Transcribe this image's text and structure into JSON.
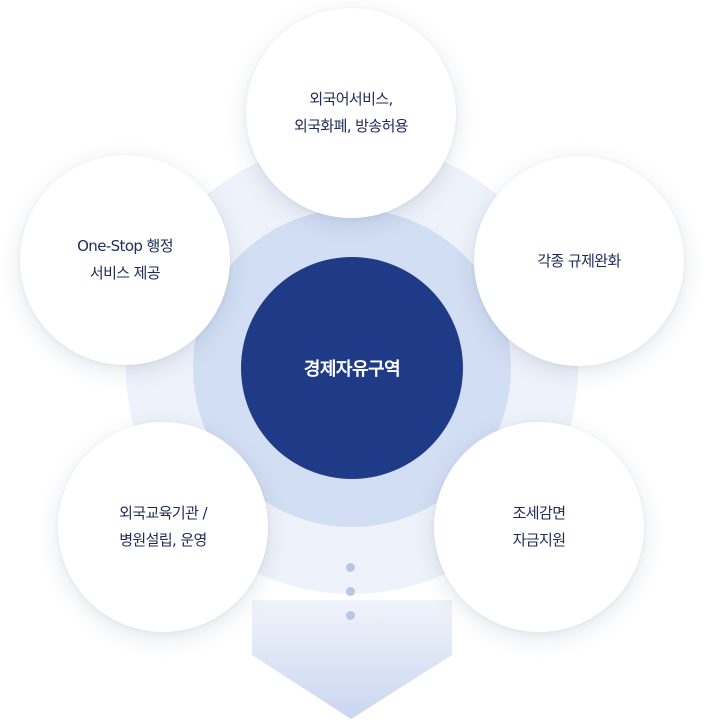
{
  "center": {
    "label": "경제자유구역"
  },
  "benefits": [
    {
      "lines": [
        "외국어서비스,",
        "외국화폐, 방송허용"
      ]
    },
    {
      "lines": [
        "각종 규제완화"
      ]
    },
    {
      "lines": [
        "조세감면",
        "자금지원"
      ]
    },
    {
      "lines": [
        "외국교육기관 /",
        "병원설립, 운영"
      ]
    },
    {
      "lines": [
        "One-Stop 행정",
        "서비스 제공"
      ]
    }
  ],
  "colors": {
    "core": "#1f3a87",
    "ring_mid": "#d2def3",
    "ring_outer": "#eef2fa",
    "bubble_text": "#1e2b5a",
    "dots": "#b9c7e6"
  }
}
